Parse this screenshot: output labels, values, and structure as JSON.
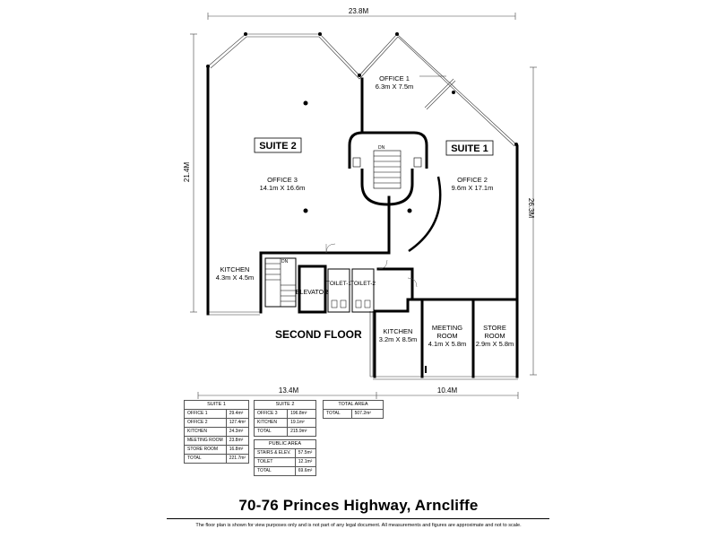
{
  "dims": {
    "top_width": "23.8M",
    "left_height": "21.4M",
    "right_height": "26.3M",
    "bottom_left": "13.4M",
    "bottom_right": "10.4M"
  },
  "labels": {
    "suite2": "SUITE 2",
    "suite1": "SUITE 1",
    "office1": "OFFICE 1",
    "office1_size": "6.3m X 7.5m",
    "office3": "OFFICE 3",
    "office3_size": "14.1m X 16.6m",
    "office2": "OFFICE 2",
    "office2_size": "9.6m X 17.1m",
    "kitchen_left": "KITCHEN",
    "kitchen_left_size": "4.3m X 4.5m",
    "elevator": "ELEVATOR",
    "toilet1": "TOILET-1",
    "toilet2": "TOILET-2",
    "kitchen_right": "KITCHEN",
    "kitchen_right_size": "3.2m X 8.5m",
    "meeting": "MEETING",
    "meeting2": "ROOM",
    "meeting_size": "4.1m X 5.8m",
    "store": "STORE",
    "store2": "ROOM",
    "store_size": "2.9m X 5.8m",
    "dn_stair": "DN",
    "dn_left": "DN",
    "floor": "SECOND FLOOR"
  },
  "tables": {
    "suite1": {
      "title": "SUITE 1",
      "rows": [
        {
          "name": "OFFICE 1",
          "value": "29.4m²"
        },
        {
          "name": "OFFICE 2",
          "value": "127.4m²"
        },
        {
          "name": "KITCHEN",
          "value": "24.3m²"
        },
        {
          "name": "MEETING ROOM",
          "value": "23.8m²"
        },
        {
          "name": "STORE ROOM",
          "value": "16.8m²"
        },
        {
          "name": "TOTAL",
          "value": "221.7m²"
        }
      ]
    },
    "suite2": {
      "title": "SUITE 2",
      "rows": [
        {
          "name": "OFFICE 3",
          "value": "196.8m²"
        },
        {
          "name": "KITCHEN",
          "value": "19.1m²"
        },
        {
          "name": "TOTAL",
          "value": "215.9m²"
        }
      ]
    },
    "public": {
      "title": "PUBLIC AREA",
      "rows": [
        {
          "name": "STAIRS & ELEV.",
          "value": "57.5m²"
        },
        {
          "name": "TOILET",
          "value": "12.1m²"
        },
        {
          "name": "TOTAL",
          "value": "69.6m²"
        }
      ]
    },
    "total": {
      "title": "TOTAL AREA",
      "rows": [
        {
          "name": "TOTAL",
          "value": "507.2m²"
        }
      ]
    }
  },
  "address": "70-76 Princes Highway, Arncliffe",
  "disclaimer": "The floor plan is shown for view purposes only and is not part of any legal document. All measurements and figures are approximate and not to scale."
}
